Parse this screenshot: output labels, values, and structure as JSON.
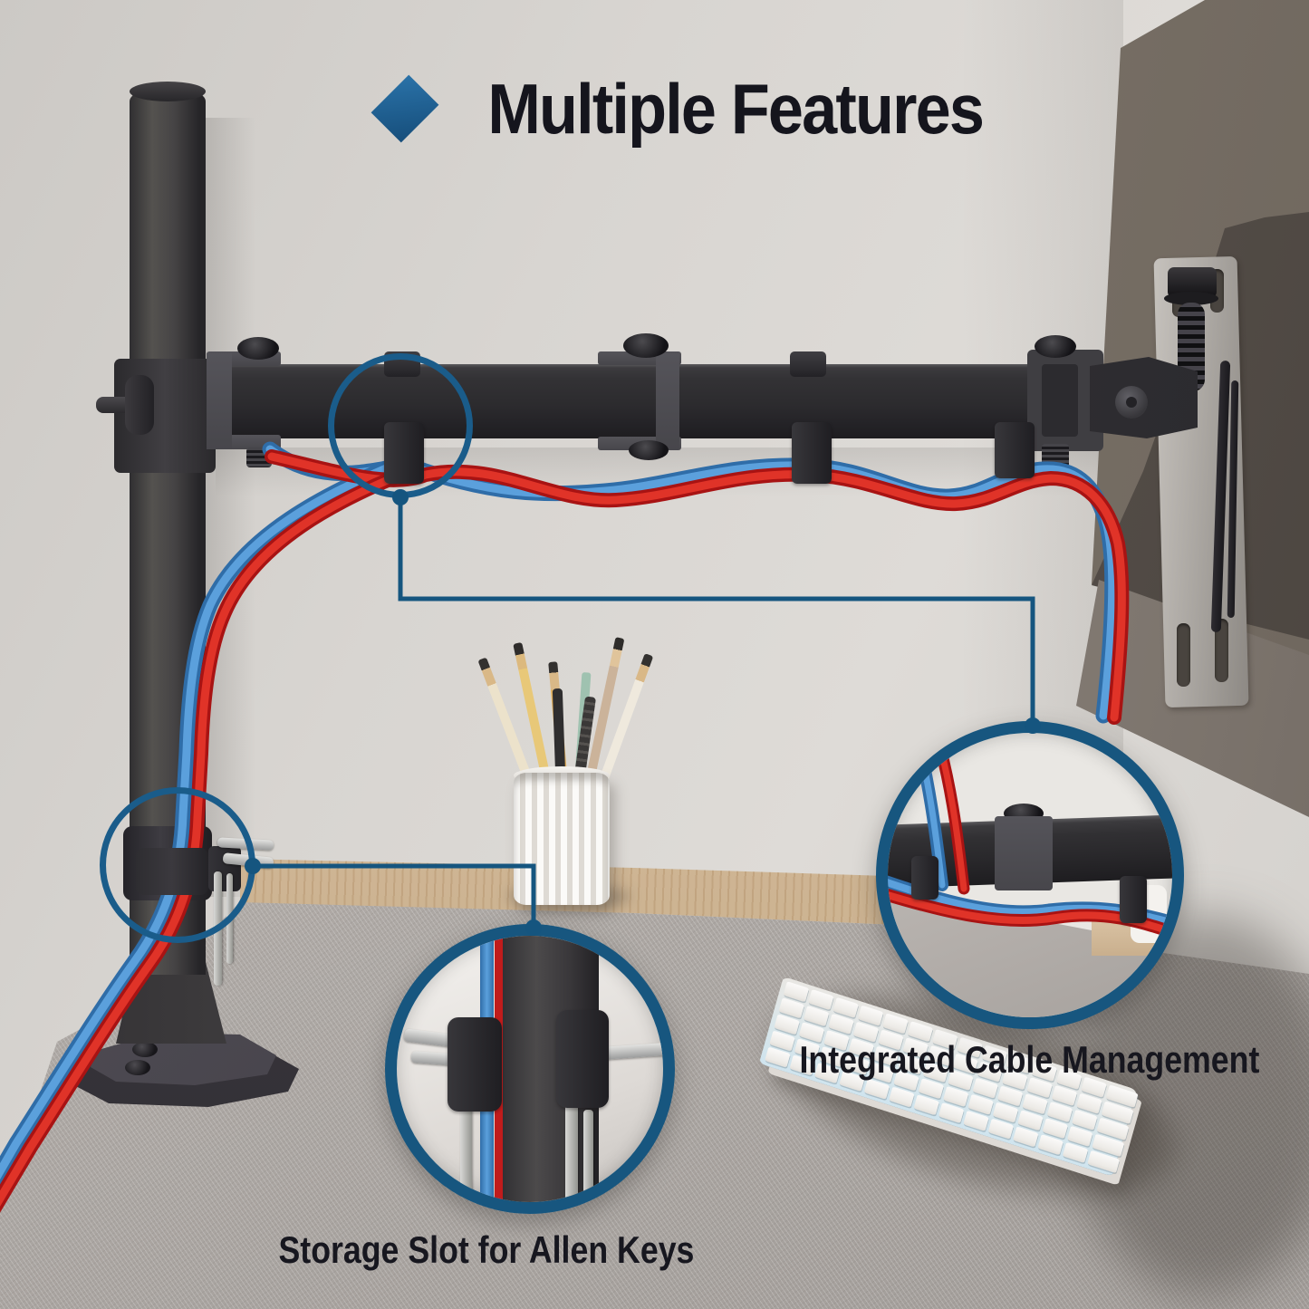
{
  "title": {
    "text": "Multiple Features",
    "icon": "diamond-icon"
  },
  "callouts": [
    {
      "id": "cable-management",
      "label": "Integrated Cable Management"
    },
    {
      "id": "allen-key-storage",
      "label": "Storage Slot for Allen Keys"
    }
  ],
  "colors": {
    "accent_blue": "#17567f",
    "cable_red": "#d42420",
    "cable_blue": "#4e97d4",
    "text": "#15151d",
    "wall": "#d8d5d1",
    "wood": "#d0b796",
    "mat": "#b1aca8"
  }
}
